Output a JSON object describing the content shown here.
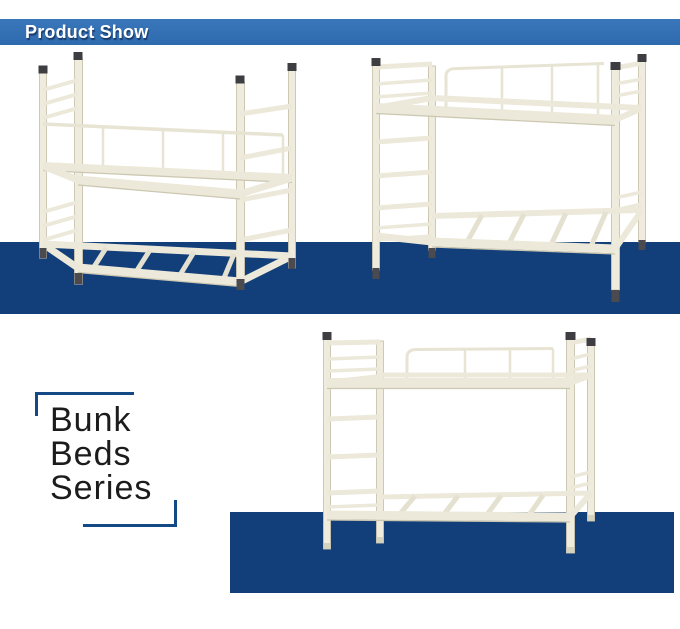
{
  "header": {
    "title": "Product Show"
  },
  "section_label": {
    "line1": "Bunk",
    "line2": "Beds",
    "line3": "Series"
  },
  "images": {
    "product1": "bunk-bed-angled-view-ladder-right",
    "product2": "bunk-bed-angled-view-ladder-left",
    "product3": "bunk-bed-front-view-ladder-left"
  },
  "colors": {
    "header_blue": "#3270b5",
    "navy_band": "#123f7a",
    "bracket_blue": "#134a85",
    "label_text": "#1c1c1c",
    "bed_frame_cream": "#ece9da",
    "bed_frame_shade": "#cbc7b0",
    "bed_foot_dark": "#4a4a4f",
    "background": "#ffffff"
  }
}
